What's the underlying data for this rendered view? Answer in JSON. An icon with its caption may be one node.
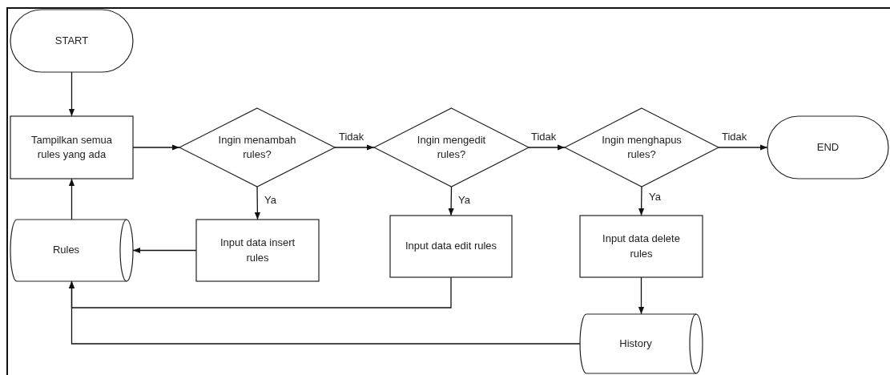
{
  "diagram": {
    "nodes": [
      {
        "text": [
          "START"
        ]
      },
      {
        "text": [
          "Tampilkan semua rules yang ada"
        ]
      },
      {
        "text": [
          "Ingin menambah rules?"
        ]
      },
      {
        "text": [
          "Ingin mengedit rules?"
        ]
      },
      {
        "text": [
          "Ingin menghapus rules?"
        ]
      },
      {
        "text": [
          "END"
        ]
      },
      {
        "text": [
          "Rules"
        ]
      },
      {
        "text": [
          "Input data insert rules"
        ]
      },
      {
        "text": [
          "Input data edit rules"
        ]
      },
      {
        "text": [
          "Input data delete rules"
        ]
      },
      {
        "text": [
          "History"
        ]
      }
    ],
    "edges": [
      {
        "from": 0,
        "to": 1,
        "arrow": "to"
      },
      {
        "from": 1,
        "to": 2,
        "arrow": "to"
      },
      {
        "from": 2,
        "to": 3,
        "arrow": "to",
        "label": "Tidak"
      },
      {
        "from": 3,
        "to": 4,
        "arrow": "to",
        "label": "Tidak"
      },
      {
        "from": 4,
        "to": 5,
        "arrow": "to",
        "label": "Tidak"
      },
      {
        "from": 2,
        "to": 7,
        "arrow": "to",
        "label": "Ya"
      },
      {
        "from": 3,
        "to": 8,
        "arrow": "to",
        "label": "Ya"
      },
      {
        "from": 4,
        "to": 9,
        "arrow": "to",
        "label": "Ya"
      },
      {
        "from": 7,
        "to": 6,
        "arrow": "to"
      },
      {
        "from": 6,
        "to": 1,
        "arrow": "to"
      },
      {
        "from": 8,
        "to": 6,
        "arrow": "to"
      },
      {
        "from": 9,
        "to": 10,
        "arrow": "to"
      },
      {
        "from": 10,
        "to": 6,
        "arrow": "to"
      }
    ]
  }
}
